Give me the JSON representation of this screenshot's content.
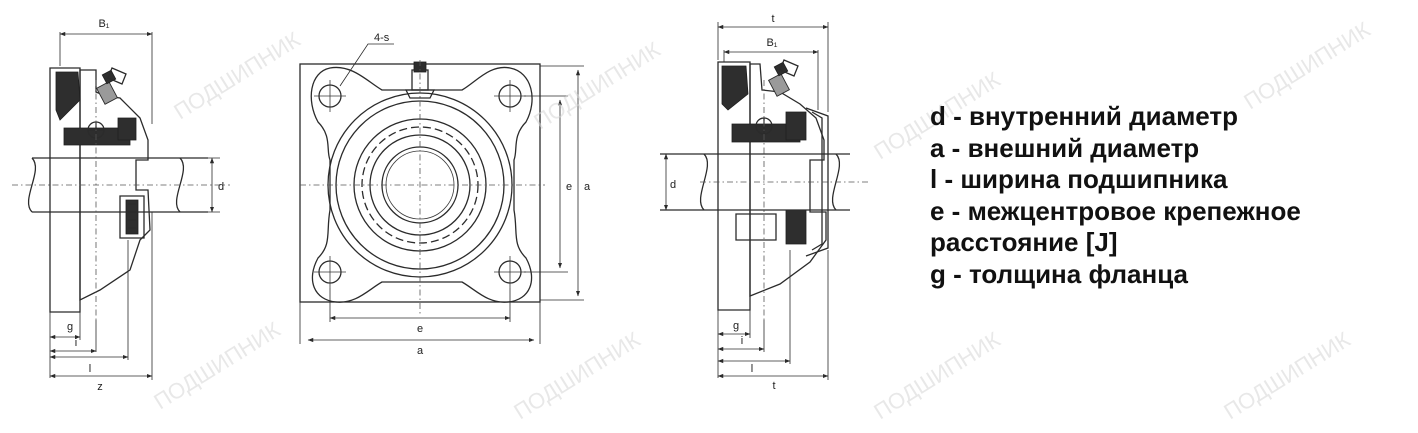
{
  "views": {
    "left": {
      "labels": {
        "b1": "B₁",
        "d": "d",
        "g": "g",
        "i": "i",
        "l": "l",
        "z": "z"
      }
    },
    "front": {
      "labels": {
        "holes": "4-s",
        "e_horizontal": "e",
        "a_horizontal": "a",
        "e_vertical": "e",
        "a_vertical": "a"
      }
    },
    "right": {
      "labels": {
        "t_top": "t",
        "b1": "B₁",
        "d": "d",
        "g": "g",
        "i": "i",
        "l": "l",
        "t_bottom": "t"
      }
    }
  },
  "legend": [
    {
      "text": "d - внутренний диаметр"
    },
    {
      "text": "a - внешний диаметр"
    },
    {
      "text": "l - ширина подшипника"
    },
    {
      "text": "e - межцентровое крепежное"
    },
    {
      "text": "расстояние [J]"
    },
    {
      "text": "g - толщина фланца"
    }
  ],
  "watermark": "ПОДШИПНИК",
  "colors": {
    "line": "#2b2b2b",
    "fill": "#2e2e2e",
    "watermark": "#d6d6d6"
  }
}
